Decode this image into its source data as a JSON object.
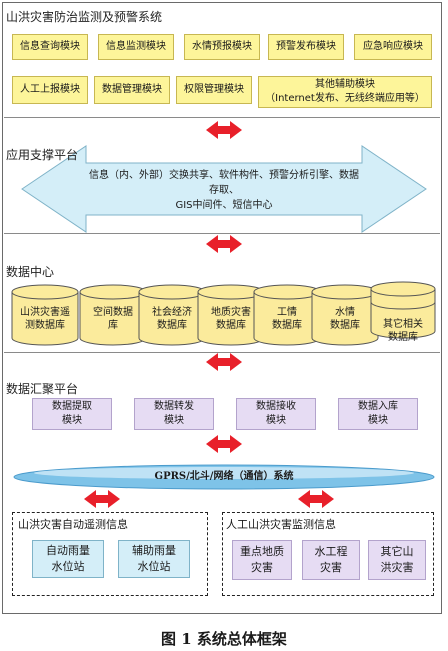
{
  "caption": "图 1 系统总体框架",
  "application_layer": {
    "title": "山洪灾害防治监测及预警系统",
    "row1": [
      "信息查询模块",
      "信息监测模块",
      "水情预报模块",
      "预警发布模块",
      "应急响应模块"
    ],
    "row2": [
      "人工上报模块",
      "数据管理模块",
      "权限管理模块"
    ],
    "other_module": {
      "line1": "其他辅助模块",
      "line2": "（Internet发布、无线终端应用等）"
    }
  },
  "support_layer": {
    "title": "应用支撑平台",
    "line1": "信息（内、外部）交换共享、软件构件、预警分析引擎、数据存取、",
    "line2": "GIS中间件、短信中心"
  },
  "data_center": {
    "title": "数据中心",
    "databases": [
      [
        "山洪灾害遥",
        "测数据库"
      ],
      [
        "空间数据",
        "库"
      ],
      [
        "社会经济",
        "数据库"
      ],
      [
        "地质灾害",
        "数据库"
      ],
      [
        "工情",
        "数据库"
      ],
      [
        "水情",
        "数据库"
      ],
      [
        "其它相关",
        "数据库"
      ]
    ]
  },
  "aggregation_layer": {
    "title": "数据汇聚平台",
    "modules": [
      [
        "数据提取",
        "模块"
      ],
      [
        "数据转发",
        "模块"
      ],
      [
        "数据接收",
        "模块"
      ],
      [
        "数据入库",
        "模块"
      ]
    ]
  },
  "network": {
    "label": "GPRS/北斗/网络（通信）系统"
  },
  "auto_monitoring": {
    "title": "山洪灾害自动遥测信息",
    "stations": [
      [
        "自动雨量",
        "水位站"
      ],
      [
        "辅助雨量",
        "水位站"
      ]
    ]
  },
  "manual_monitoring": {
    "title": "人工山洪灾害监测信息",
    "items": [
      [
        "重点地质",
        "灾害"
      ],
      [
        "水工程",
        "灾害"
      ],
      [
        "其它山",
        "洪灾害"
      ]
    ]
  },
  "colors": {
    "module_yellow": "#fdf59a",
    "arrow_red": "#e8202a",
    "support_blue": "#d4eef8",
    "cylinder_yellow": "#fbeb9c",
    "module_lavender": "#e6dcf3"
  }
}
